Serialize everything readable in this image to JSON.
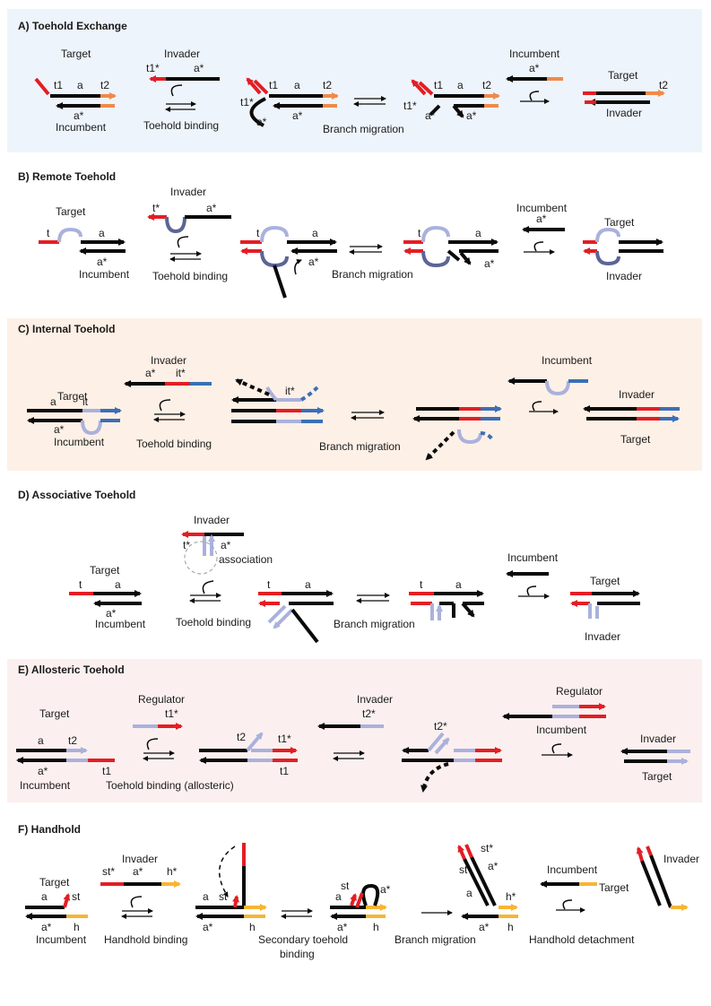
{
  "panels": {
    "a": {
      "title": "A)   Toehold Exchange",
      "target": "Target",
      "invader": "Invader",
      "incumbent": "Incumbent",
      "t1": "t1",
      "a": "a",
      "t2": "t2",
      "a_star": "a*",
      "t1_star": "t1*",
      "step1": "Toehold binding",
      "step2": "Branch migration",
      "target2": "Target",
      "invader2": "Invader",
      "incumbent2": "Incumbent"
    },
    "b": {
      "title": "B)   Remote Toehold",
      "target": "Target",
      "invader": "Invader",
      "incumbent": "Incumbent",
      "t": "t",
      "a": "a",
      "a_star": "a*",
      "t_star": "t*",
      "step1": "Toehold binding",
      "step2": "Branch migration",
      "target2": "Target",
      "invader2": "Invader",
      "incumbent2": "Incumbent"
    },
    "c": {
      "title": "C)   Internal Toehold",
      "target": "Target",
      "invader": "Invader",
      "incumbent": "Incumbent",
      "a": "a",
      "it": "it",
      "a_star": "a*",
      "it_star": "it*",
      "step1": "Toehold binding",
      "step2": "Branch migration",
      "target2": "Target",
      "invader2": "Invader",
      "incumbent2": "Incumbent"
    },
    "d": {
      "title": "D)   Associative Toehold",
      "target": "Target",
      "invader": "Invader",
      "incumbent": "Incumbent",
      "t": "t",
      "a": "a",
      "a_star": "a*",
      "t_star": "t*",
      "association": "association",
      "step1": "Toehold binding",
      "step2": "Branch migration",
      "target2": "Target",
      "invader2": "Invader",
      "incumbent2": "Incumbent"
    },
    "e": {
      "title": "E)   Allosteric Toehold",
      "target": "Target",
      "regulator": "Regulator",
      "invader": "Invader",
      "incumbent": "Incumbent",
      "a": "a",
      "t2": "t2",
      "a_star": "a*",
      "t1": "t1",
      "t1_star": "t1*",
      "t2_star": "t2*",
      "step1": "Toehold binding (allosteric)",
      "regulator2": "Regulator",
      "incumbent2": "Incumbent",
      "invader2": "Invader",
      "target2": "Target"
    },
    "f": {
      "title": "F)   Handhold",
      "target": "Target",
      "invader": "Invader",
      "incumbent": "Incumbent",
      "a": "a",
      "st": "st",
      "a_star": "a*",
      "h": "h",
      "st_star": "st*",
      "h_star": "h*",
      "step1": "Handhold binding",
      "step2_l1": "Secondary toehold",
      "step2_l2": "binding",
      "step3": "Branch migration",
      "step4": "Handhold detachment",
      "incumbent2": "Incumbent",
      "target2": "Target",
      "invader2": "Invader"
    }
  },
  "colors": {
    "black": "#0a0a0a",
    "red": "#e31e24",
    "orange": "#f08a4b",
    "blue": "#3a6fb7",
    "lavender": "#aab1dc",
    "navy": "#5c6595",
    "yellow": "#f7b533",
    "bg_blue": "#eef4fb",
    "bg_peach": "#fdf0e6",
    "bg_pink": "#fbf0ef"
  }
}
